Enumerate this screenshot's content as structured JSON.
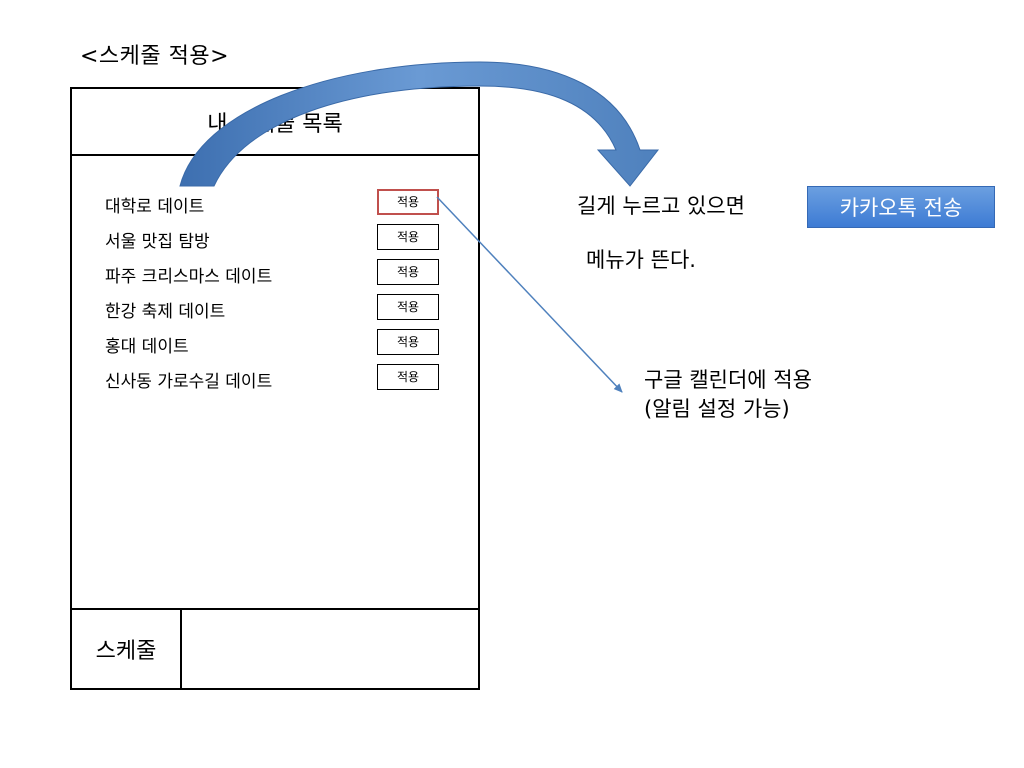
{
  "slide": {
    "title": "<스케줄 적용>"
  },
  "phone": {
    "header_title": "내 스케줄 목록",
    "schedules": [
      {
        "label": "대학로 데이트",
        "apply_label": "적용",
        "highlighted": true
      },
      {
        "label": "서울 맛집 탐방",
        "apply_label": "적용",
        "highlighted": false
      },
      {
        "label": "파주 크리스마스 데이트",
        "apply_label": "적용",
        "highlighted": false
      },
      {
        "label": "한강 축제 데이트",
        "apply_label": "적용",
        "highlighted": false
      },
      {
        "label": "홍대 데이트",
        "apply_label": "적용",
        "highlighted": false
      },
      {
        "label": "신사동 가로수길 데이트",
        "apply_label": "적용",
        "highlighted": false
      }
    ],
    "tabbar": {
      "schedule_tab": "스케줄"
    }
  },
  "annotations": {
    "longpress_text": "길게 누르고 있으면",
    "menu_text": "메뉴가 뜬다.",
    "kakao_button": "카카오톡 전송",
    "calendar_line1": "구글 캘린더에 적용",
    "calendar_line2": "(알림 설정 가능)"
  },
  "colors": {
    "highlight_border": "#c0504d",
    "kakao_button_bg": "#4a86d8",
    "arrow_fill": "#4f81bd",
    "connector_line": "#4f81bd"
  }
}
